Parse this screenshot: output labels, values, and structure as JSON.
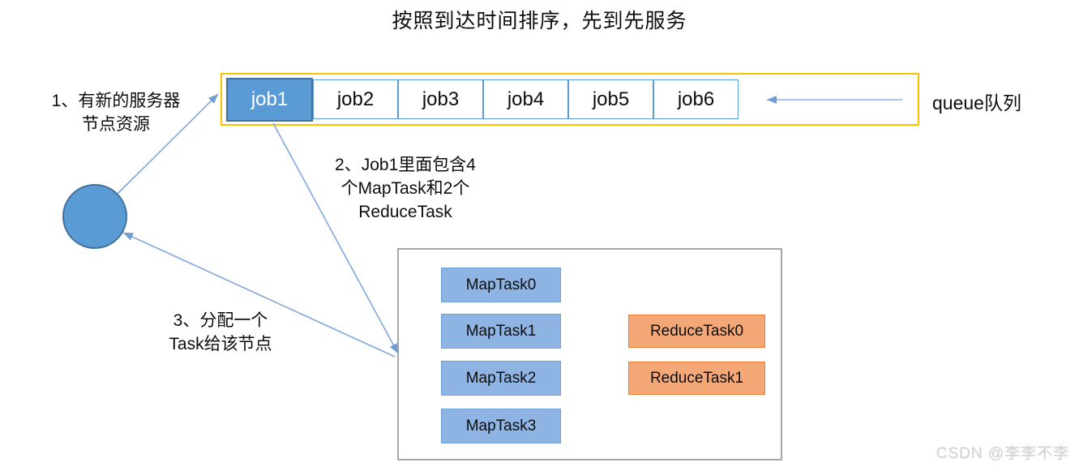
{
  "title": "按照到达时间排序，先到先服务",
  "queue": {
    "label": "queue队列",
    "jobs": [
      {
        "label": "job1",
        "highlighted": true
      },
      {
        "label": "job2",
        "highlighted": false
      },
      {
        "label": "job3",
        "highlighted": false
      },
      {
        "label": "job4",
        "highlighted": false
      },
      {
        "label": "job5",
        "highlighted": false
      },
      {
        "label": "job6",
        "highlighted": false
      }
    ]
  },
  "annotations": {
    "step1": {
      "line1": "1、有新的服务器",
      "line2": "节点资源"
    },
    "step2": {
      "line1": "2、Job1里面包含4",
      "line2": "个MapTask和2个",
      "line3": "ReduceTask"
    },
    "step3": {
      "line1": "3、分配一个",
      "line2": "Task给该节点"
    }
  },
  "task_box": {
    "map_tasks": [
      "MapTask0",
      "MapTask1",
      "MapTask2",
      "MapTask3"
    ],
    "reduce_tasks": [
      "ReduceTask0",
      "ReduceTask1"
    ]
  },
  "watermark": "CSDN @李李不李",
  "colors": {
    "accent_blue": "#5B9BD5",
    "accent_blue_border": "#41719C",
    "light_blue_fill": "#8EB4E3",
    "light_blue_border": "#6FA0D8",
    "orange_fill": "#F5A877",
    "orange_border": "#ED7D31",
    "queue_outline_yellow": "#FFC000",
    "connector_blue": "#7FA8DC",
    "container_gray": "#A6A6A6",
    "watermark_gray": "#D2D2D2"
  }
}
